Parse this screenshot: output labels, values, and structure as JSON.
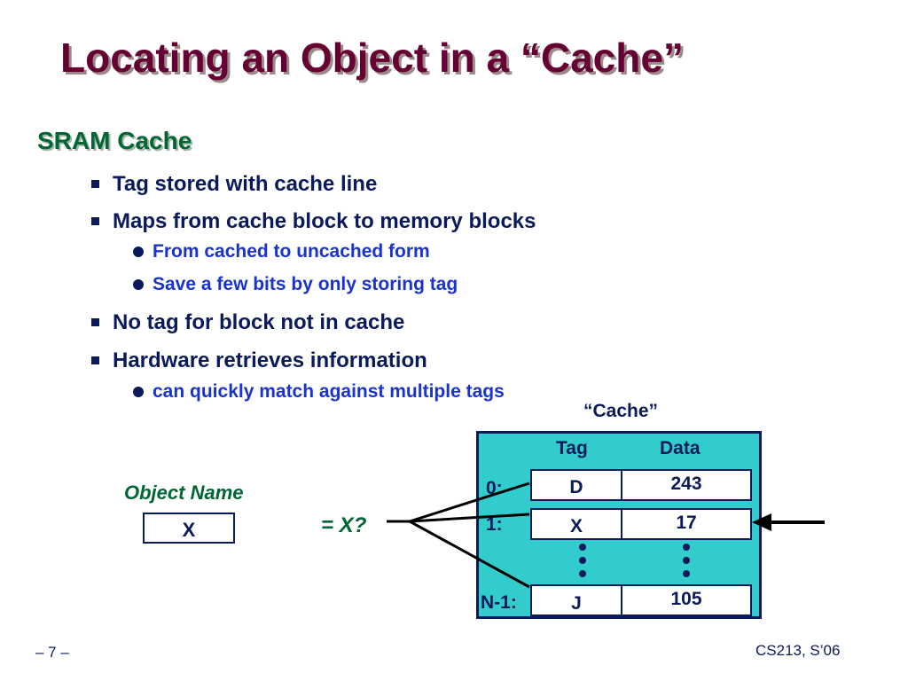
{
  "slide": {
    "title": "Locating an Object in a “Cache”",
    "heading": "SRAM Cache",
    "bullets": [
      {
        "text": "Tag stored with cache line",
        "sub": []
      },
      {
        "text": "Maps from cache block to memory blocks",
        "sub": [
          "From cached to uncached form",
          "Save a few bits by only storing tag"
        ]
      },
      {
        "text": "No tag for block not in cache",
        "sub": []
      },
      {
        "text": "Hardware retrieves information",
        "sub": [
          "can quickly match against multiple tags"
        ]
      }
    ]
  },
  "diagram": {
    "cache_label": "“Cache”",
    "col_tag": "Tag",
    "col_data": "Data",
    "rows": [
      {
        "index": "0:",
        "tag": "D",
        "data": "243"
      },
      {
        "index": "1:",
        "tag": "X",
        "data": "17"
      },
      {
        "index": "N-1:",
        "tag": "J",
        "data": "105"
      }
    ],
    "object_name_label": "Object Name",
    "object_value": "X",
    "compare_label": "= X?"
  },
  "footer": {
    "page": "– 7 –",
    "course": "CS213, S’06"
  },
  "colors": {
    "title": "#660033",
    "heading": "#006633",
    "text": "#0a1a5a",
    "sub_text": "#1a33cc",
    "cache_fill": "#33cccc"
  }
}
